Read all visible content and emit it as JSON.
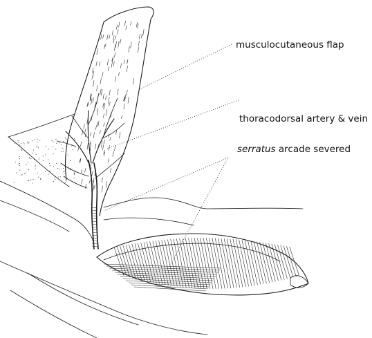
{
  "labels": {
    "flap": "musculocutaneous flap",
    "vessels": "thoracodorsal artery & vein",
    "serratus_italic": "serratus",
    "serratus_rest": " arcade severed"
  },
  "colors": {
    "ink": "#1a1a1a",
    "background": "#ffffff"
  }
}
